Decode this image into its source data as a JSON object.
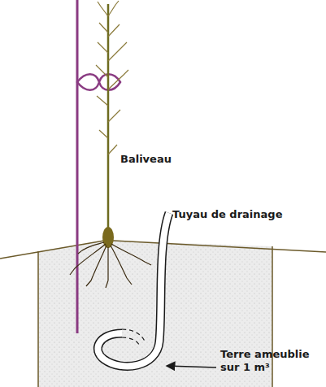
{
  "diagram": {
    "labels": [
      "Baliveau",
      "Tuyau de drainage",
      "Terre ameublie sur 1 m³"
    ]
  }
}
